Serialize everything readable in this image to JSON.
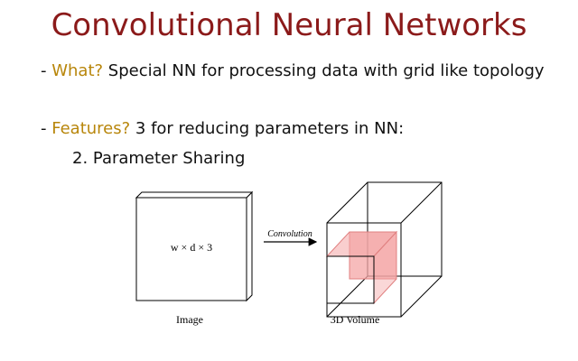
{
  "slide": {
    "title": "Convolutional Neural Networks",
    "bullet1": {
      "dash": "- ",
      "label": "What?",
      "text": " Special NN for processing data with grid like topology"
    },
    "bullet2": {
      "dash": "- ",
      "label": "Features?",
      "text": " 3 for reducing parameters in NN:"
    },
    "sub_item": "2. Parameter Sharing"
  },
  "diagram": {
    "input_dims": "w × d × 3",
    "arrow_label": "Convolution",
    "input_caption": "Image",
    "output_caption": "3D Volume"
  },
  "colors": {
    "title": "#8b1a1a",
    "accent": "#b8860b",
    "receptive_field": "#f4a6a6"
  }
}
